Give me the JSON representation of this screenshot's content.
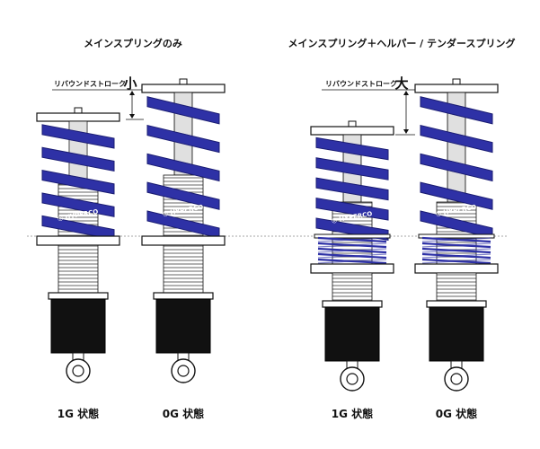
{
  "headings": {
    "left": "メインスプリングのみ",
    "right": "メインスプリング＋ヘルパー / テンダースプリング"
  },
  "annotations": {
    "left_rebound_label": "リバウンドストローク",
    "left_rebound_size": "小",
    "right_rebound_label": "リバウンドストローク",
    "right_rebound_size": "大"
  },
  "captions": {
    "a": "1G 状態",
    "b": "0G 状態",
    "c": "1G 状態",
    "d": "0G 状態"
  },
  "brand": "HYPERCO",
  "colors": {
    "spring": "#2e31a6",
    "spring_dark": "#1b1d73",
    "damper": "#111111",
    "guide_line": "#888888"
  }
}
